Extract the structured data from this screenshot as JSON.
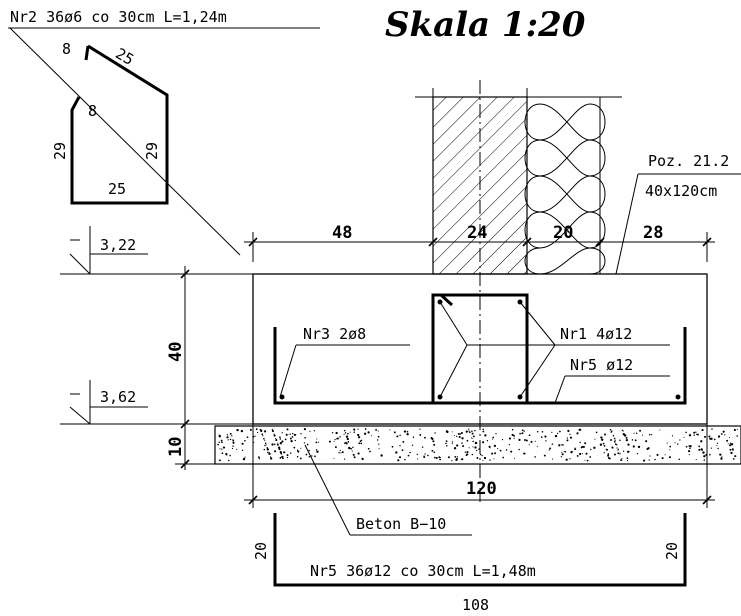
{
  "title": "Skala 1:20",
  "nr2_label": "Nr2  36ø6  co  30cm  L=1,24m",
  "stirrup_dims": {
    "hook_a": "8",
    "top": "25",
    "hook_b": "8",
    "left": "29",
    "right": "29",
    "bottom": "25"
  },
  "level_top": "3,22",
  "level_bottom": "3,62",
  "poz_label": "Poz. 21.2",
  "poz_size": "40x120cm",
  "dims": {
    "d48": "48",
    "d24": "24",
    "d20": "20",
    "d28": "28",
    "height40": "40",
    "height10": "10",
    "width120": "120"
  },
  "nr3_label": "Nr3  2ø8",
  "nr1_label": "Nr1  4ø12",
  "nr5_short": "Nr5  ø12",
  "beton_label": "Beton  B−10",
  "nr5_bar": {
    "left": "20",
    "right": "20",
    "label": "Nr5  36ø12  co  30cm  L=1,48m",
    "length": "108"
  }
}
